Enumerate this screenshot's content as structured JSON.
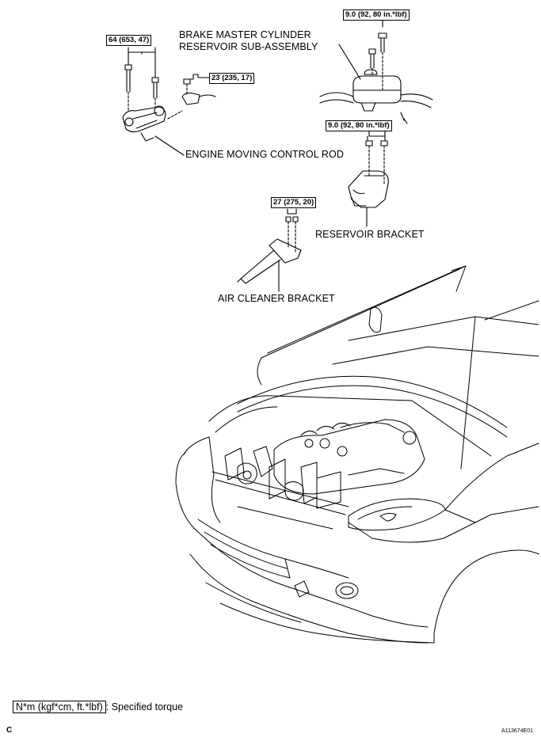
{
  "torque_labels": {
    "engine_mount_bolts": "64 (653, 47)",
    "rod_bracket_bolt": "23 (235, 17)",
    "reservoir_bolt": "9.0 (92, 80 in.*lbf)",
    "reservoir_bracket_bolts": "9.0 (92, 80 in.*lbf)",
    "air_cleaner_bracket_bolts": "27 (275, 20)"
  },
  "part_labels": {
    "brake_reservoir_line1": "BRAKE MASTER CYLINDER",
    "brake_reservoir_line2": "RESERVOIR SUB-ASSEMBLY",
    "engine_moving_control_rod": "ENGINE MOVING CONTROL ROD",
    "reservoir_bracket": "RESERVOIR BRACKET",
    "air_cleaner_bracket": "AIR CLEANER BRACKET"
  },
  "legend": {
    "unit_box": "N*m (kgf*cm, ft.*lbf)",
    "description": ": Specified torque"
  },
  "corner": {
    "section_letter": "C",
    "figure_id": "A113674E01"
  }
}
